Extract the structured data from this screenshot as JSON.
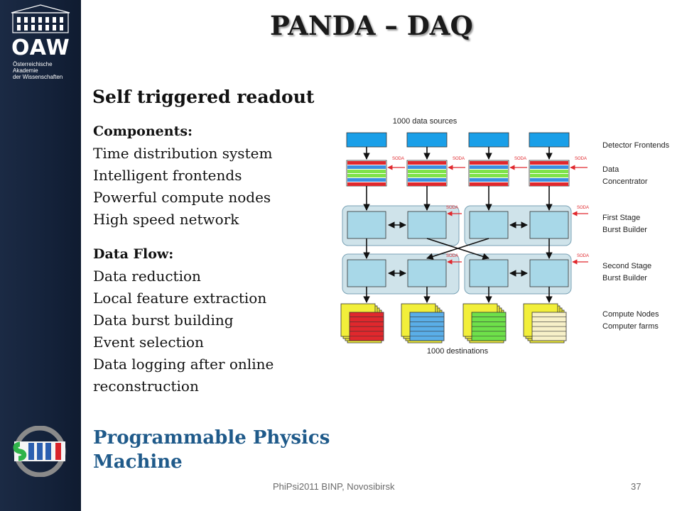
{
  "slide": {
    "title": "PANDA – DAQ",
    "subtitle": "Self triggered readout",
    "components": {
      "heading": "Components:",
      "items": [
        "Time distribution system",
        "Intelligent frontends",
        "Powerful compute nodes",
        "High speed network"
      ]
    },
    "data_flow": {
      "heading": "Data Flow:",
      "items": [
        "Data reduction",
        "Local feature extraction",
        "Data burst building",
        "Event selection",
        "Data logging after online",
        "reconstruction"
      ]
    },
    "tagline_lines": [
      "Programmable Physics",
      "Machine"
    ],
    "footer": "PhiPsi2011  BINP, Novosibirsk",
    "page_number": "37"
  },
  "logo": {
    "letters": "OAW",
    "subtitle_lines": [
      "Österreichische Akademie",
      "der Wissenschaften"
    ]
  },
  "diagram": {
    "top_label": "1000 data sources",
    "bottom_label": "1000 destinations",
    "soda_label": "SODA",
    "stage_labels": [
      [
        "Detector Frontends"
      ],
      [
        "Data",
        "Concentrator"
      ],
      [
        "First Stage",
        "Burst Builder"
      ],
      [
        "Second Stage",
        "Burst Builder"
      ],
      [
        "Compute Nodes",
        "Computer farms"
      ]
    ],
    "colors": {
      "frontend": "#1a9fe8",
      "stripe_red": "#e0282d",
      "stripe_green": "#7fe34a",
      "stripe_blue": "#3a8fe0",
      "builder_bg": "#cfe3ea",
      "node_box": "#a8d8e8",
      "farm_yellow": "#f2ef3a",
      "farm_red": "#e0282d",
      "farm_blue": "#5aaee8",
      "farm_green": "#6ee04a",
      "farm_cream": "#f7f0c8"
    }
  },
  "theme": {
    "sidebar": "#14223a",
    "tagline": "#1f5a8a"
  }
}
